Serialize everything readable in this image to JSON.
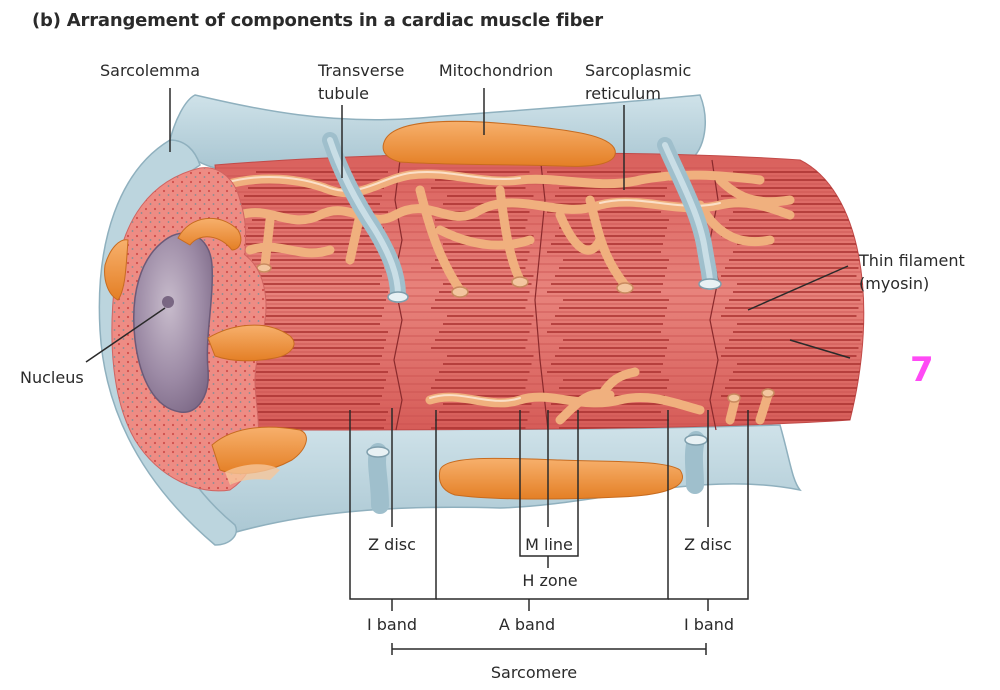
{
  "figure": {
    "title": "(b) Arrangement of components in a cardiac muscle fiber",
    "page_marker": "7"
  },
  "labels": {
    "sarcolemma": "Sarcolemma",
    "transverse_tubule_line1": "Transverse",
    "transverse_tubule_line2": "tubule",
    "mitochondrion": "Mitochondrion",
    "sarcoplasmic_reticulum_line1": "Sarcoplasmic",
    "sarcoplasmic_reticulum_line2": "reticulum",
    "thin_filament_line1": "Thin filament",
    "thin_filament_line2": "(myosin)",
    "nucleus": "Nucleus",
    "z_disc_left": "Z disc",
    "m_line": "M line",
    "z_disc_right": "Z disc",
    "h_zone": "H zone",
    "i_band_left": "I band",
    "a_band": "A band",
    "i_band_right": "I band",
    "sarcomere": "Sarcomere"
  },
  "colors": {
    "membrane": "#b9d3dd",
    "membrane_edge": "#8fb0be",
    "myofibril": "#e2716b",
    "myofibril_dark": "#b8383a",
    "reticulum": "#f2b27e",
    "mitochondrion": "#f0923a",
    "nucleus": "#8e7a97",
    "cytoplasm": "#ec8a83",
    "page_marker": "#ff4af5"
  }
}
